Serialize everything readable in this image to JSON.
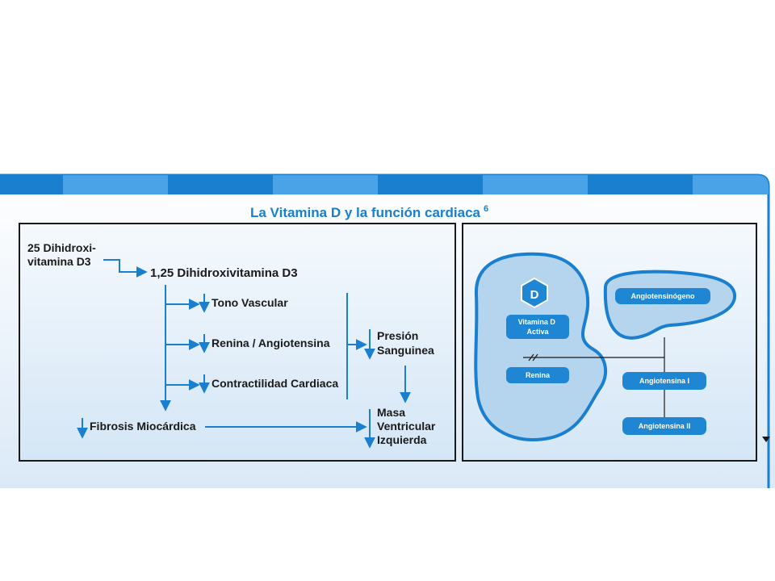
{
  "title": "La Vitamina D y la función cardiaca",
  "title_ref": "6",
  "left_panel": {
    "source": [
      "25 Dihidroxi-",
      "vitamina D3"
    ],
    "active": "1,25 Dihidroxivitamina D3",
    "effects": [
      "Tono Vascular",
      "Renina / Angiotensina",
      "Contractilidad Cardiaca"
    ],
    "pressure": [
      "Presión",
      "Sanguinea"
    ],
    "fibrosis": "Fibrosis Miocárdica",
    "mass": [
      "Masa",
      "Ventricular",
      "Izquierda"
    ]
  },
  "right_panel": {
    "d_badge": "D",
    "kidney_labels": [
      "Vitamina D",
      "Activa"
    ],
    "renin": "Renina",
    "liver_label": "Angiotensinógeno",
    "ang1": "Angiotensina I",
    "ang2": "Angiotensina II"
  },
  "colors": {
    "accent": "#1a7fcf",
    "panel_fill": "#e8f1fa",
    "box_fill": "#1f86d3",
    "organ_fill": "#b5d4ee"
  }
}
